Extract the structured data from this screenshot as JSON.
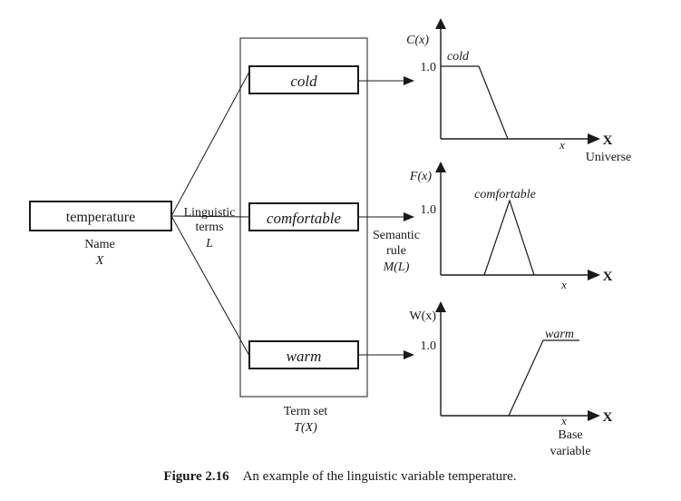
{
  "variable": {
    "name_value": "temperature",
    "name_label": "Name",
    "name_symbol": "X"
  },
  "linguistic_terms": {
    "line1": "Linguistic",
    "line2": "terms",
    "symbol": "L"
  },
  "terms": [
    {
      "label": "cold"
    },
    {
      "label": "comfortable"
    },
    {
      "label": "warm"
    }
  ],
  "term_set": {
    "label": "Term set",
    "symbol": "T(X)"
  },
  "semantic_rule": {
    "line1": "Semantic",
    "line2": "rule",
    "symbol": "M(L)"
  },
  "plots": [
    {
      "ylabel": "C(x)",
      "one_label": "1.0",
      "curve_label": "cold",
      "x_symbol": "x",
      "axis_label": "X",
      "caption_lines": [
        "Universe"
      ],
      "shape": "z-shape",
      "points": [
        [
          0,
          1
        ],
        [
          0.42,
          1
        ],
        [
          0.74,
          0
        ]
      ]
    },
    {
      "ylabel": "F(x)",
      "one_label": "1.0",
      "curve_label": "comfortable",
      "x_symbol": "x",
      "axis_label": "X",
      "caption_lines": [],
      "shape": "triangle",
      "points": [
        [
          0.48,
          0
        ],
        [
          0.76,
          1
        ],
        [
          1.03,
          0
        ]
      ]
    },
    {
      "ylabel": "W(x)",
      "one_label": "1.0",
      "curve_label": "warm",
      "x_symbol": "x",
      "axis_label": "X",
      "caption_lines": [
        "Base",
        "variable"
      ],
      "shape": "s-shape",
      "points": [
        [
          0.75,
          0
        ],
        [
          1.13,
          1
        ],
        [
          1.53,
          1
        ]
      ]
    }
  ],
  "caption": {
    "label": "Figure 2.16",
    "text": "An example of the linguistic variable temperature."
  }
}
